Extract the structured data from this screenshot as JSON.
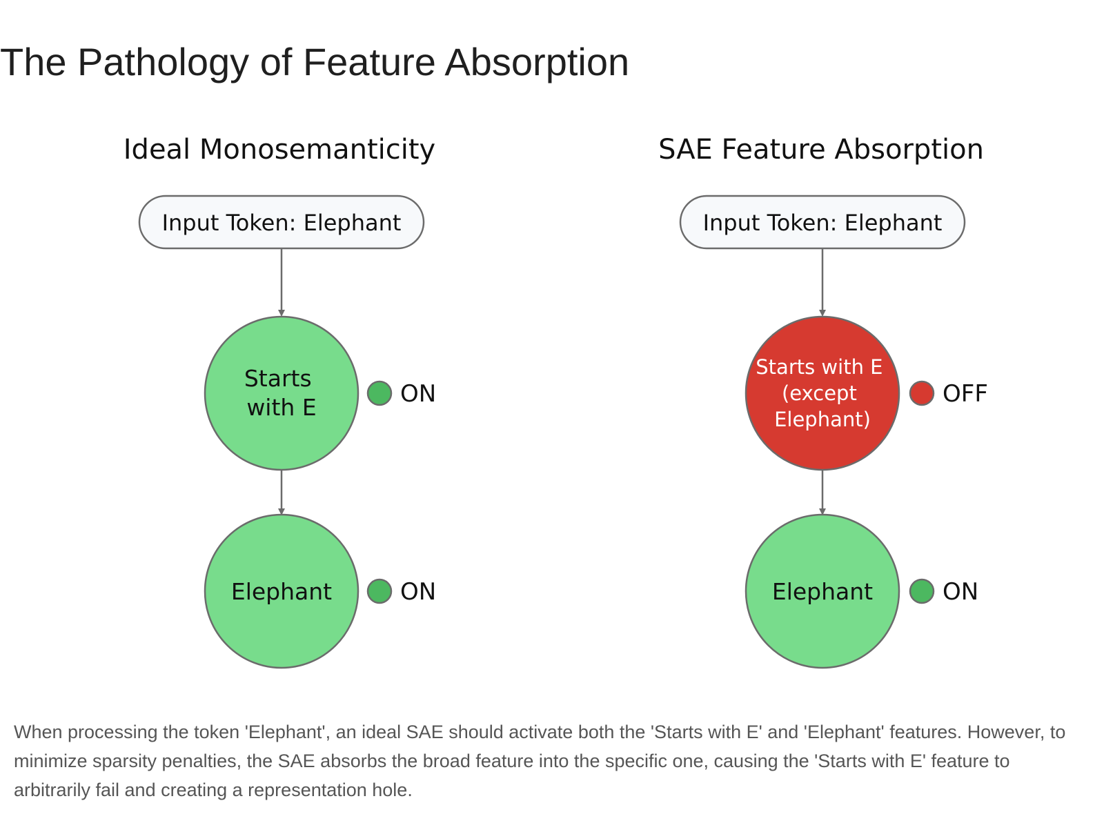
{
  "page": {
    "title": "The Pathology of Feature Absorption",
    "caption": "When processing the token 'Elephant', an ideal SAE should activate both the 'Starts with E' and 'Elephant' features. However, to minimize sparsity penalties, the SAE absorbs the broad feature into the specific one, causing the 'Starts with E' feature to arbitrarily fail and creating a representation hole."
  },
  "colors": {
    "on_fill": "#78dc8c",
    "on_dot": "#4cb860",
    "off_fill": "#d63a30",
    "off_dot": "#d63a30",
    "stroke": "#6b6b6b",
    "pill_fill": "#f7f9fb"
  },
  "diagram": {
    "panels": [
      {
        "heading": "Ideal Monosemanticity",
        "input": "Input Token: Elephant",
        "nodes": [
          {
            "lines": [
              "Starts",
              "with E"
            ],
            "status": "ON",
            "state": "on"
          },
          {
            "lines": [
              "Elephant"
            ],
            "status": "ON",
            "state": "on"
          }
        ]
      },
      {
        "heading": "SAE Feature Absorption",
        "input": "Input Token: Elephant",
        "nodes": [
          {
            "lines": [
              "Starts with E",
              "(except",
              "Elephant)"
            ],
            "status": "OFF",
            "state": "off"
          },
          {
            "lines": [
              "Elephant"
            ],
            "status": "ON",
            "state": "on"
          }
        ]
      }
    ]
  }
}
